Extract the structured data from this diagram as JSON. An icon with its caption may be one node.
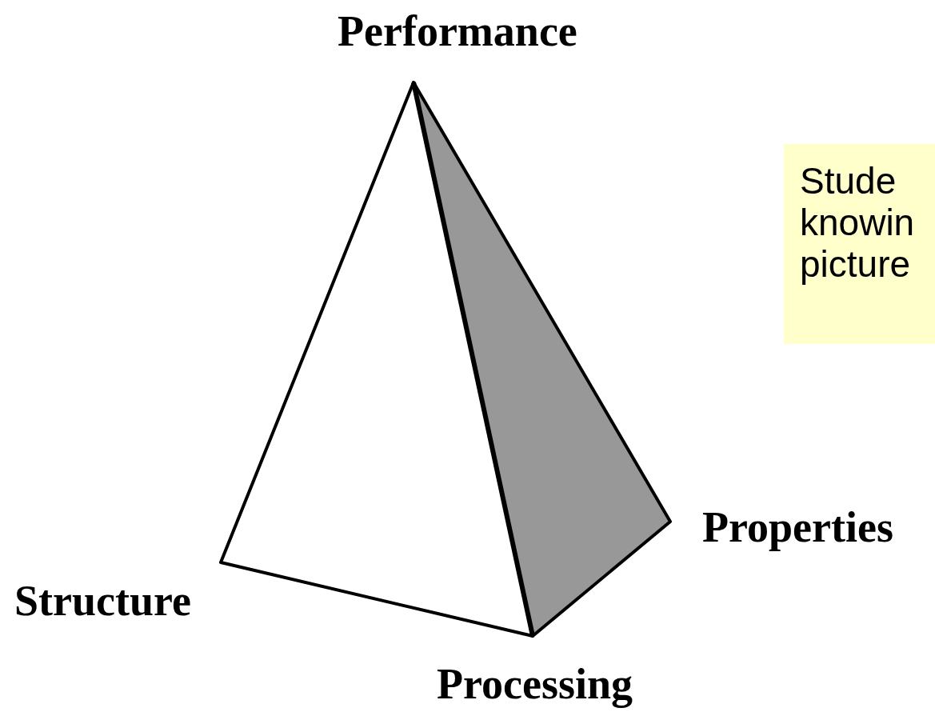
{
  "diagram": {
    "nodes": [
      {
        "text": [
          "Stude knowin picture"
        ]
      }
    ],
    "labels": [
      "Performance",
      "Properties",
      "Structure",
      "Processing"
    ]
  }
}
